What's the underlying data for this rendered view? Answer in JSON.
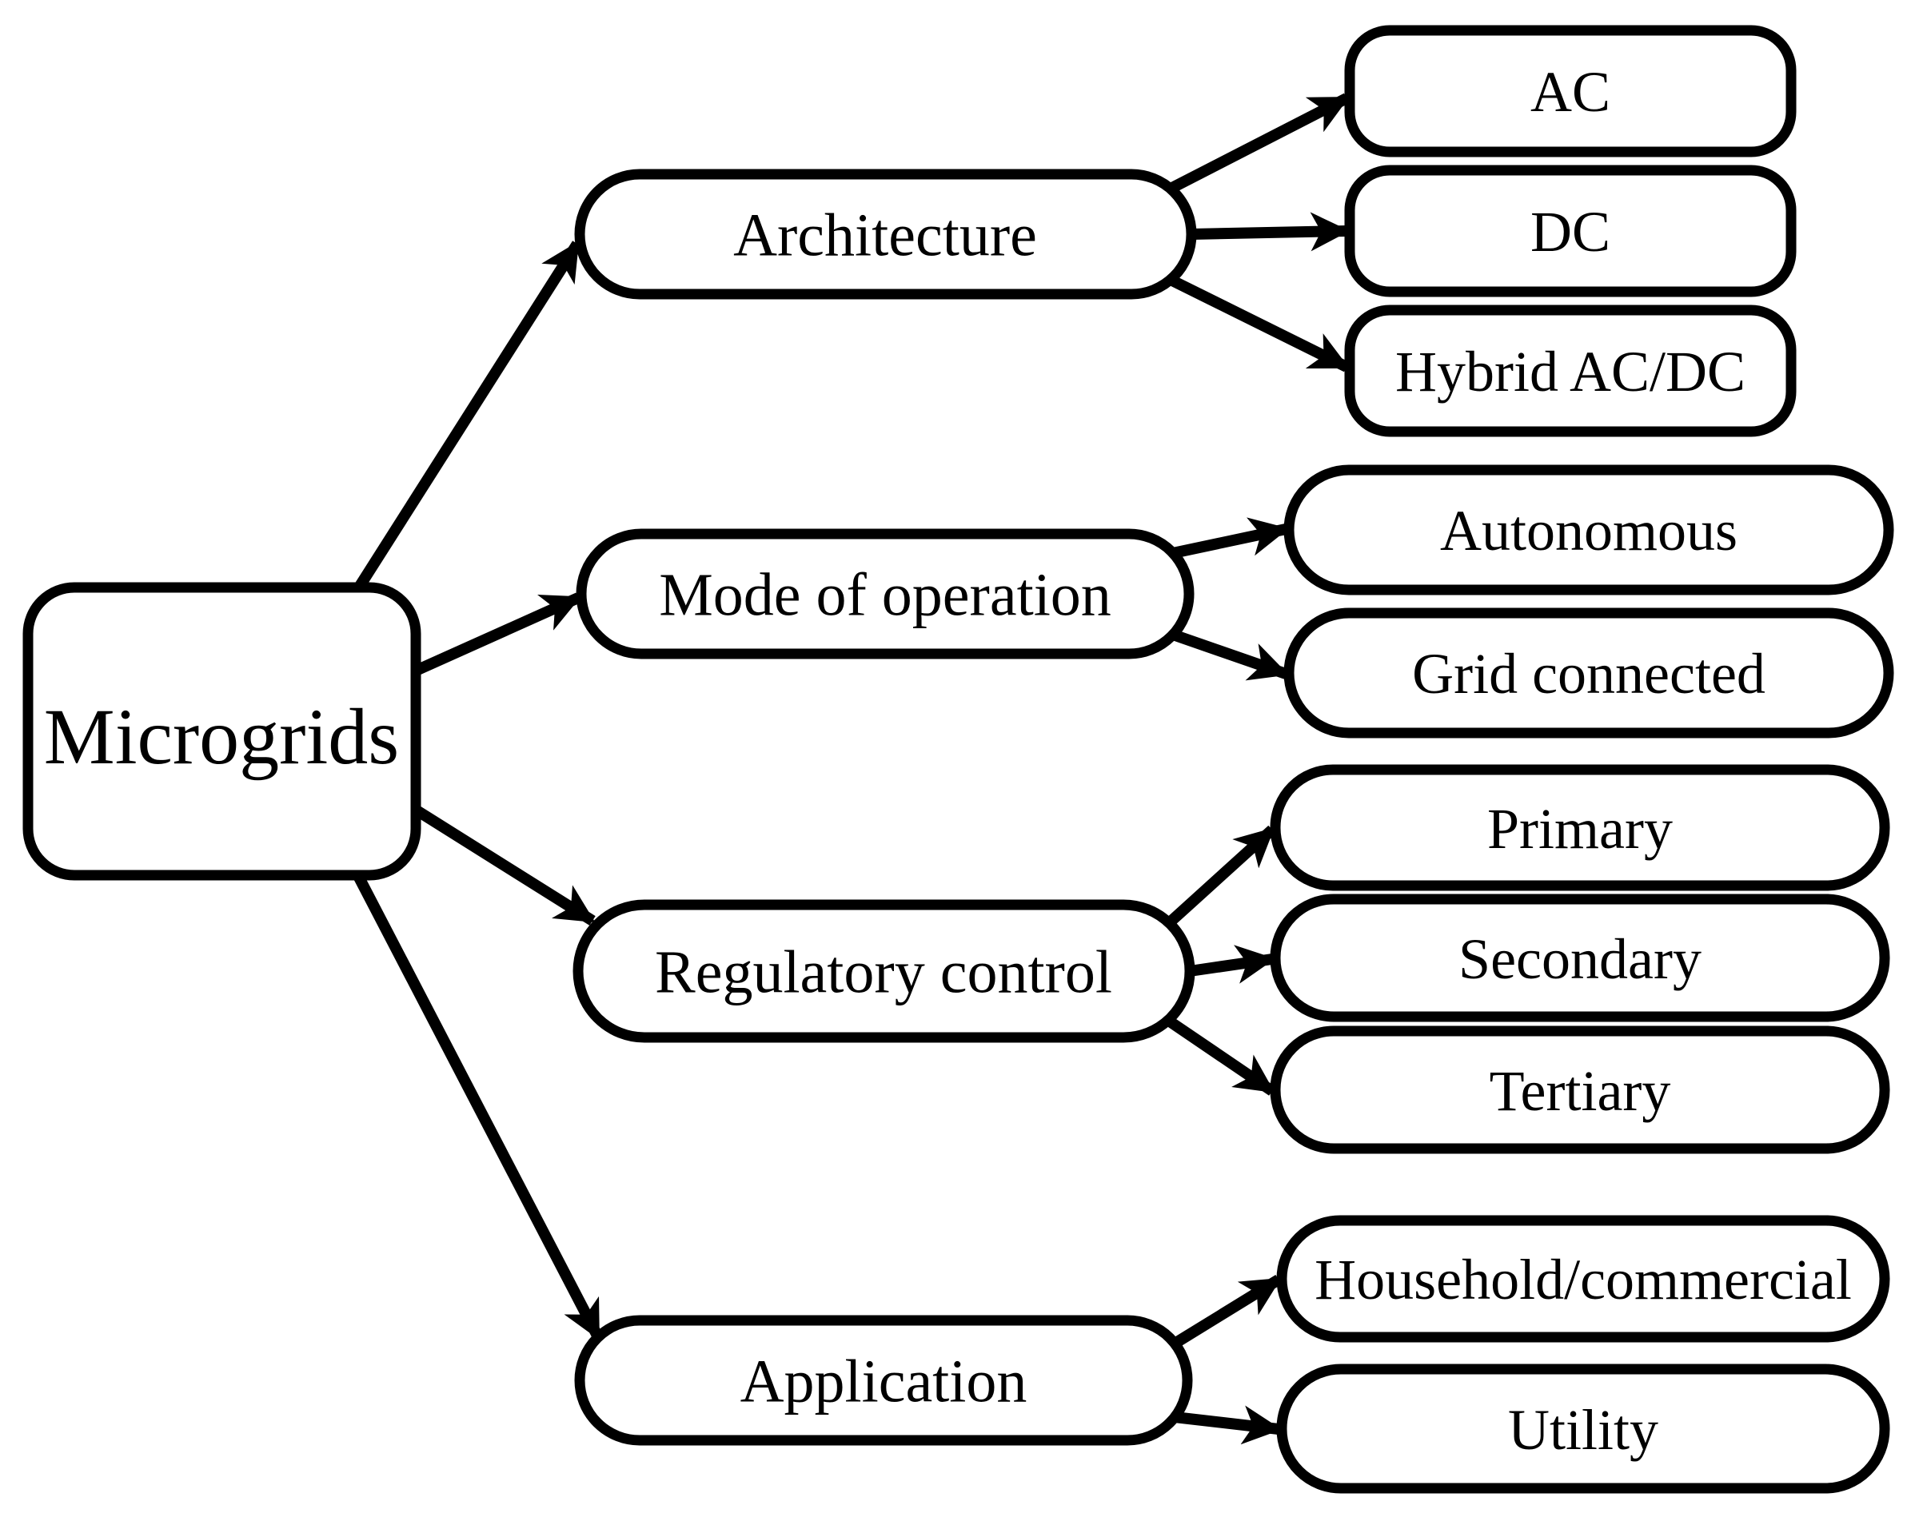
{
  "figure": {
    "root": {
      "label": "Microgrids"
    },
    "categories": [
      {
        "label": "Architecture",
        "children": [
          {
            "label": "AC"
          },
          {
            "label": "DC"
          },
          {
            "label": "Hybrid AC/DC"
          }
        ]
      },
      {
        "label": "Mode of operation",
        "children": [
          {
            "label": "Autonomous"
          },
          {
            "label": "Grid connected"
          }
        ]
      },
      {
        "label": "Regulatory control",
        "children": [
          {
            "label": "Primary"
          },
          {
            "label": "Secondary"
          },
          {
            "label": "Tertiary"
          }
        ]
      },
      {
        "label": "Application",
        "children": [
          {
            "label": "Household/commercial"
          },
          {
            "label": "Utility"
          }
        ]
      }
    ],
    "colors": {
      "stroke": "#000000",
      "fill": "#ffffff",
      "text": "#000000"
    }
  }
}
